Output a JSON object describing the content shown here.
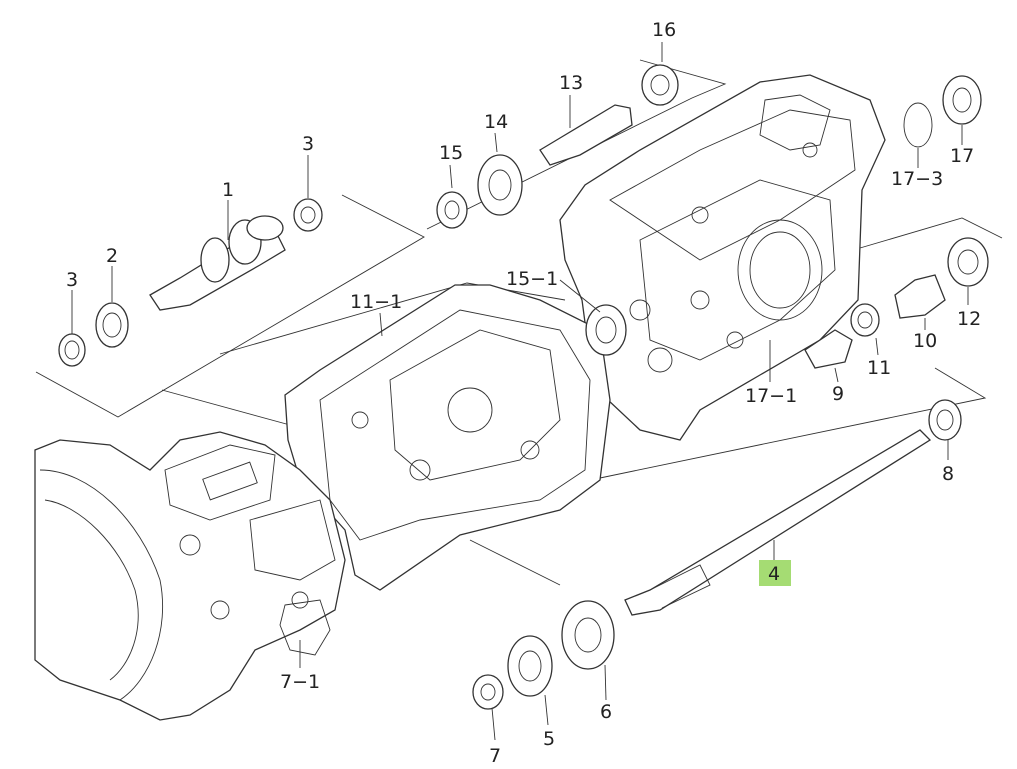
{
  "highlight_color": "#a5dc73",
  "labels": {
    "l16": "16",
    "l13": "13",
    "l14": "14",
    "l15": "15",
    "l3a": "3",
    "l1": "1",
    "l2": "2",
    "l3b": "3",
    "l17": "17",
    "l173": "17−3",
    "l151": "15−1",
    "l111": "11−1",
    "l12": "12",
    "l10": "10",
    "l11": "11",
    "l9": "9",
    "l171": "17−1",
    "l8": "8",
    "l4": "4",
    "l71": "7−1",
    "l6": "6",
    "l5": "5",
    "l7": "7"
  }
}
